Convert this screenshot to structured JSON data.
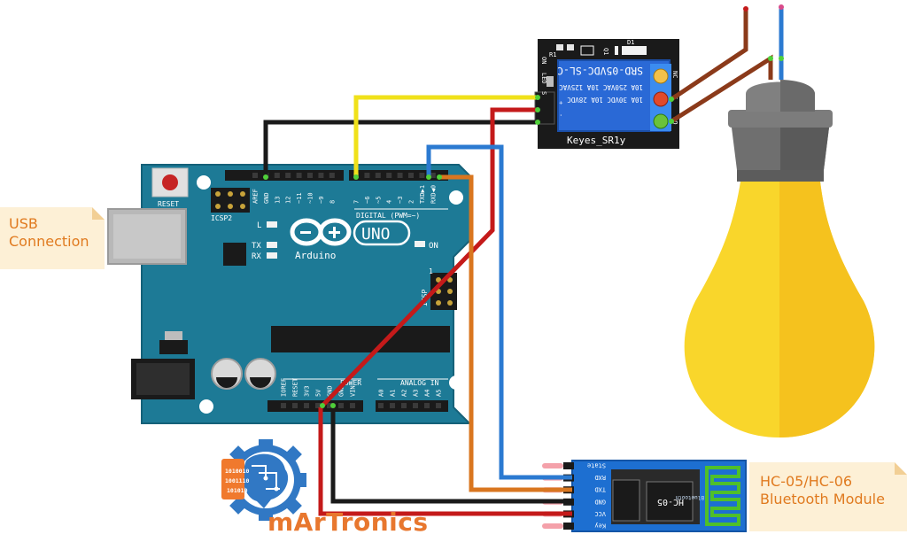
{
  "arduino": {
    "reset_label": "RESET",
    "icsp2_label": "ICSP2",
    "icsp_label": "ICSP",
    "l_label": "L",
    "tx_label": "TX",
    "rx_label": "RX",
    "on_label": "ON",
    "uno_label": "UNO",
    "arduino_label": "Arduino",
    "digital_label": "DIGITAL (PWM=~)",
    "power_label": "POWER",
    "analog_label": "ANALOG IN",
    "one_label": "1",
    "top_pins": [
      "AREF",
      "GND",
      "13",
      "12",
      "~11",
      "~10",
      "~9",
      "8",
      "7",
      "~6",
      "~5",
      "4",
      "~3",
      "2",
      "TXD▶1",
      "RXD◀0"
    ],
    "bottom_pins": [
      "IOREF",
      "RESET",
      "3V3",
      "5V",
      "GND",
      "GND",
      "VIN",
      "A0",
      "A1",
      "A2",
      "A3",
      "A4",
      "A5"
    ]
  },
  "relay": {
    "name": "Keyes_SR1y",
    "spec_lines": [
      "SRD-05VDC-SL-C",
      "10A 250VAC  10A 125VAC",
      "10A 30VDC  10A 28VDC"
    ],
    "pins": [
      "S",
      "+",
      "-"
    ],
    "terminals": [
      "NC",
      "C",
      "NO"
    ],
    "on_label": "ON",
    "led_label": "LED",
    "q_label": "Q1",
    "d_label": "D1",
    "r_label": "R1"
  },
  "bt": {
    "chip_label": "HC-05",
    "antenna_label": "Bluetooth",
    "pins": [
      "State",
      "RXD",
      "TXD",
      "GND",
      "VCC",
      "Key"
    ]
  },
  "labels": {
    "usb_line1": "USB",
    "usb_line2": "Connection",
    "hc_line1": "HC-05/HC-06",
    "hc_line2": "Bluetooth Module",
    "brand": "mArTronics",
    "binary": [
      "1010010",
      "1001110",
      "101010"
    ]
  },
  "colors": {
    "board": "#1d7a96",
    "wire_red": "#c41a1a",
    "wire_black": "#1a1a1a",
    "wire_yellow": "#f0e11a",
    "wire_blue": "#2b7ad1",
    "wire_orange": "#d9761f",
    "wire_brown": "#8b3a1a",
    "bulb_yellow": "#f9d62b",
    "accent_orange": "#e8772e"
  }
}
